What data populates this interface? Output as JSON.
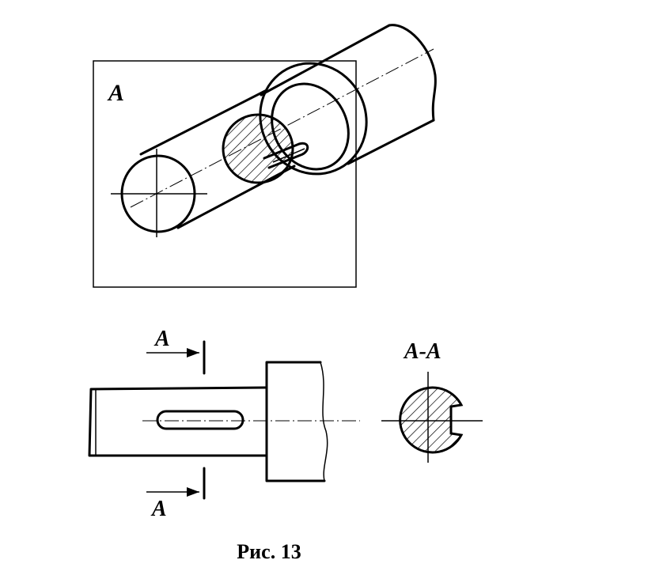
{
  "view_label": "A",
  "section_mark_top": "A",
  "section_mark_bottom": "A",
  "section_title": "A-A",
  "caption": "Рис. 13"
}
